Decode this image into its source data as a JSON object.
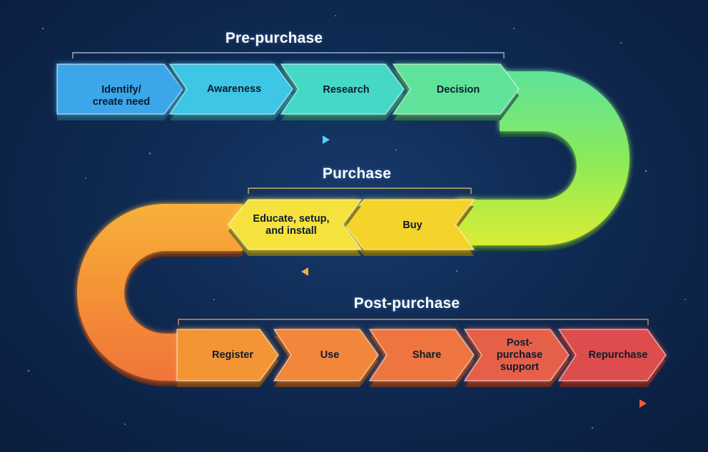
{
  "stages": {
    "pre": {
      "label": "Pre-purchase",
      "color": "#1fb8e8"
    },
    "purchase": {
      "label": "Purchase",
      "color": "#f2c21a"
    },
    "post": {
      "label": "Post-purchase",
      "color": "#e8642a"
    }
  },
  "steps": {
    "identify": {
      "label": "Identify/\ncreate need",
      "color": "#3aa7ea"
    },
    "awareness": {
      "label": "Awareness",
      "color": "#3cc6e6"
    },
    "research": {
      "label": "Research",
      "color": "#45d8c6"
    },
    "decision": {
      "label": "Decision",
      "color": "#5fe39a"
    },
    "buy": {
      "label": "Buy",
      "color": "#f4d32a"
    },
    "educate": {
      "label": "Educate, setup,\nand install",
      "color": "#f6e23c"
    },
    "register": {
      "label": "Register",
      "color": "#f39536"
    },
    "use": {
      "label": "Use",
      "color": "#f2863a"
    },
    "share": {
      "label": "Share",
      "color": "#ee7440"
    },
    "support": {
      "label": "Post-\npurchase\nsupport",
      "color": "#e66148"
    },
    "repurchase": {
      "label": "Repurchase",
      "color": "#de4d4d"
    }
  },
  "colors": {
    "background": "#0f2a52",
    "curve_right_top": "#6be86a",
    "curve_right_bottom": "#c9f03a",
    "curve_left_top": "#f7a23a",
    "curve_left_bottom": "#ef6a33"
  }
}
